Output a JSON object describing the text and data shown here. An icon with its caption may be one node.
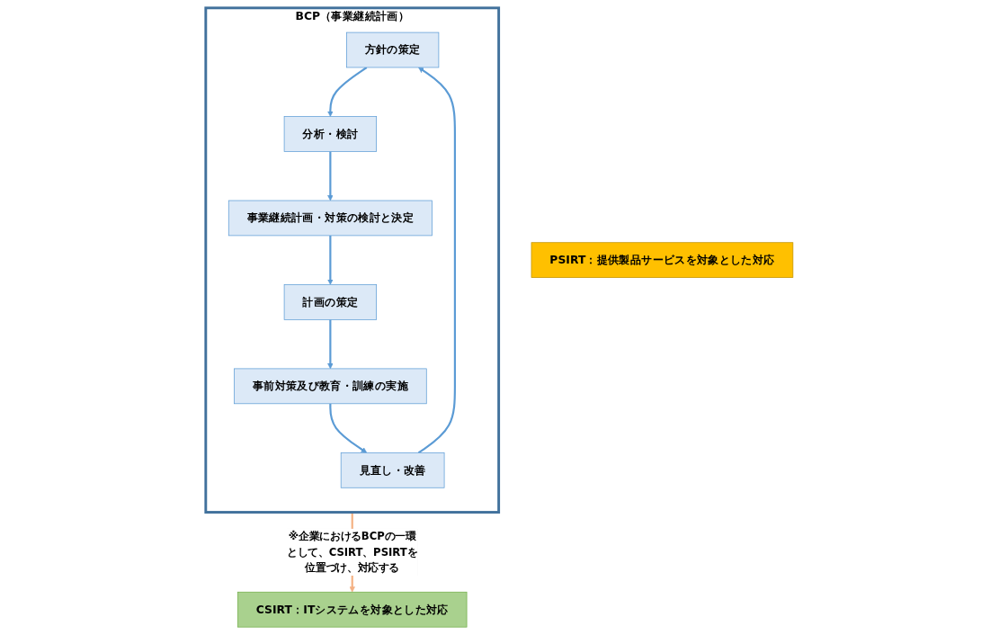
{
  "diagram": {
    "nodes": [
      {
        "text": [
          "BCP（事業継続計画）"
        ]
      },
      {
        "text": [
          "方針の策定"
        ],
        "in": 0
      },
      {
        "text": [
          "見直し・改善"
        ],
        "in": 0
      },
      {
        "text": [
          "分析・検討"
        ],
        "in": 0
      },
      {
        "text": [
          "事前対策及び教育・訓練の実施"
        ],
        "in": 0
      },
      {
        "text": [
          "事業継続計画・対策の検討と決定"
        ],
        "in": 0
      },
      {
        "text": [
          "計画の策定"
        ],
        "in": 0
      },
      {
        "text": [
          "CSIRT：ITシステムを対象とした対応"
        ]
      },
      {
        "text": [
          "PSIRT：提供製品サービスを対象とした対応"
        ]
      }
    ],
    "edges": [
      {
        "from": 1,
        "to": 3,
        "arrow": "to"
      },
      {
        "from": 3,
        "to": 5,
        "arrow": "to"
      },
      {
        "from": 5,
        "to": 6,
        "arrow": "to"
      },
      {
        "from": 6,
        "to": 4,
        "arrow": "to"
      },
      {
        "from": 4,
        "to": 2,
        "arrow": "to"
      },
      {
        "from": 2,
        "to": 1,
        "arrow": "to"
      },
      {
        "from": 0,
        "to": 7,
        "arrow": "to",
        "color": "#f4b183",
        "label": "※企業におけるBCPの一環として、CSIRT、PSIRTを位置づけ、対応する"
      }
    ]
  }
}
